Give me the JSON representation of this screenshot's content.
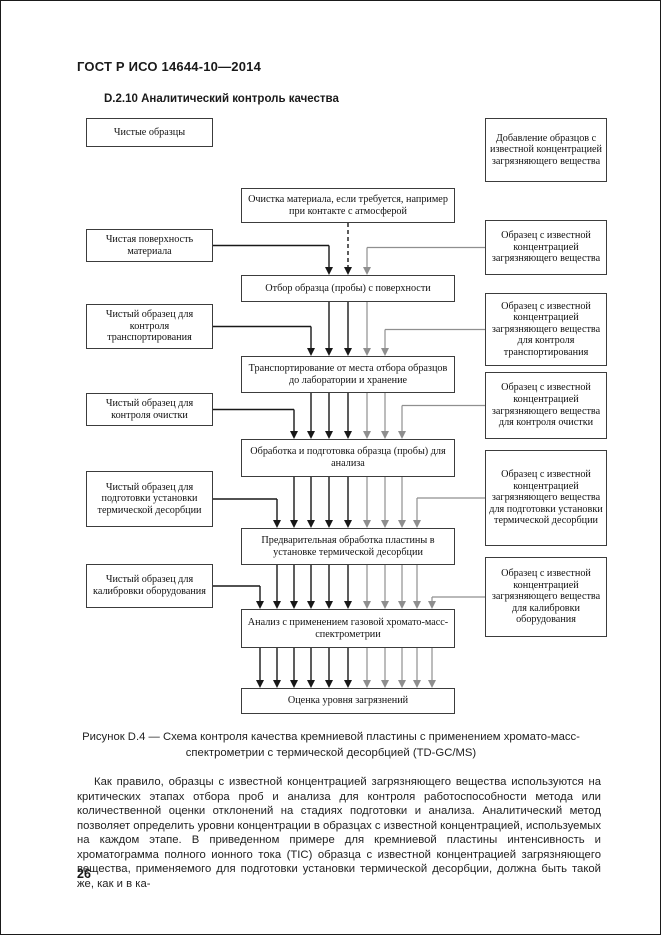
{
  "page": {
    "header": "ГОСТ Р ИСО 14644-10—2014",
    "section_heading": "D.2.10 Аналитический контроль качества",
    "page_number": "26"
  },
  "flowchart": {
    "left_boxes": [
      "Чистые образцы",
      "Чистая поверхность материала",
      "Чистый образец для контроля транспортирования",
      "Чистый образец для контроля очистки",
      "Чистый образец для подготовки установки термической десорбции",
      "Чистый образец для калибровки оборудования"
    ],
    "center_boxes": [
      "Очистка материала, если требуется, например при контакте с атмосферой",
      "Отбор образца (пробы) с поверхности",
      "Транспортирование от места отбора образцов до лаборатории и хранение",
      "Обработка и подготовка образца (пробы) для анализа",
      "Предварительная обработка пластины в установке термической десорбции",
      "Анализ с применением газовой хромато-масс-спектрометрии",
      "Оценка уровня загрязнений"
    ],
    "right_boxes": [
      "Добавление образцов  с известной концентрацией загрязняющего вещества",
      "Образец с известной концентрацией загрязняющего вещества",
      "Образец с известной концентрацией загрязняющего вещества для контроля транспортирования",
      "Образец с известной концентрацией загрязняющего вещества для контроля очистки",
      "Образец с известной концентрацией загрязняющего вещества для подготовки установки термической десорбции",
      "Образец с известной концентрацией загрязняющего вещества для калибровки оборудования"
    ]
  },
  "caption": "Рисунок D.4 — Схема контроля качества кремниевой пластины с применением хромато-масс-спектрометрии с термической десорбцией (TD-GC/MS)",
  "body_text": "Как правило, образцы с известной концентрацией загрязняющего вещества используются на критических этапах отбора проб и анализа для контроля работоспособности метода или количественной оценки отклонений на стадиях подготовки и анализа. Аналитический метод позволяет определить уровни концентрации в образцах с известной концентрацией, используемых на каждом этапе. В приведенном примере для кремниевой пластины интенсивность и хроматограмма полного ионного тока (TIC) образца с известной концентрацией загрязняющего вещества, применяемого для подготовки установки термической десорбции, должна быть такой же, как и в ка-",
  "colors": {
    "arrow_black": "#181818",
    "arrow_gray": "#8f8f8f",
    "box_border": "#3c3c3c"
  }
}
